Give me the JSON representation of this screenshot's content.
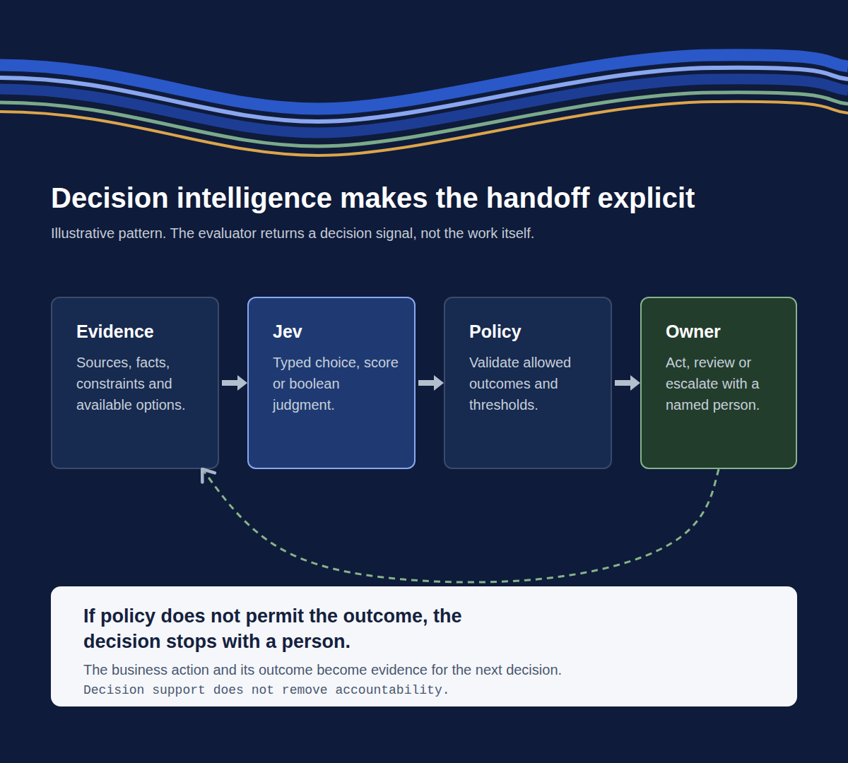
{
  "diagram": {
    "title": "Decision intelligence makes the handoff explicit",
    "caption": "Illustrative pattern. The evaluator returns a decision signal, not the work itself.",
    "nodes": [
      {
        "text": [
          "Evidence",
          "Sources, facts, constraints and available options."
        ]
      },
      {
        "text": [
          "Jev",
          "Typed choice, score or boolean judgment."
        ]
      },
      {
        "text": [
          "Policy",
          "Validate allowed outcomes and thresholds."
        ]
      },
      {
        "text": [
          "Owner",
          "Act, review or escalate with a named person."
        ]
      },
      {
        "text": [
          "If policy does not permit the outcome, the decision stops with a person.",
          "The business action and its outcome become evidence for the next decision.",
          "Decision support does not remove accountability."
        ]
      }
    ],
    "edges": [
      {
        "from": 0,
        "to": 1,
        "arrow": "to"
      },
      {
        "from": 1,
        "to": 2,
        "arrow": "to"
      },
      {
        "from": 2,
        "to": 3,
        "arrow": "to"
      },
      {
        "from": 3,
        "to": 0,
        "arrow": "to"
      }
    ]
  }
}
